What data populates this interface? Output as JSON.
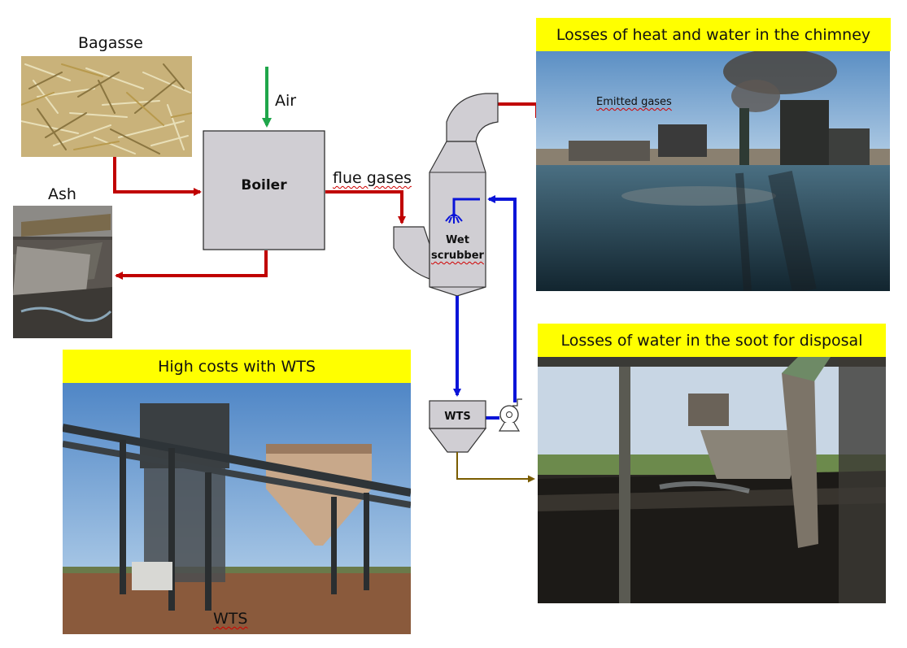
{
  "labels": {
    "bagasse": "Bagasse",
    "air": "Air",
    "ash": "Ash",
    "boiler": "Boiler",
    "flue_gases": "flue gases",
    "wet_scrubber_line1": "Wet",
    "wet_scrubber_line2": "scrubber",
    "wts": "WTS",
    "emitted_gases": "Emitted gases",
    "photo_wts_caption": "WTS"
  },
  "banners": {
    "chimney": "Losses of heat and water in the chimney",
    "soot": "Losses of water in the soot for disposal",
    "wts_costs": "High costs with WTS"
  },
  "colors": {
    "banner": "#ffff00",
    "solid_flow": "#c00000",
    "air_flow": "#1fa64a",
    "water_flow": "#0a14d8",
    "soot_flow": "#7a5c00",
    "equipment_fill": "#d0ced3"
  }
}
